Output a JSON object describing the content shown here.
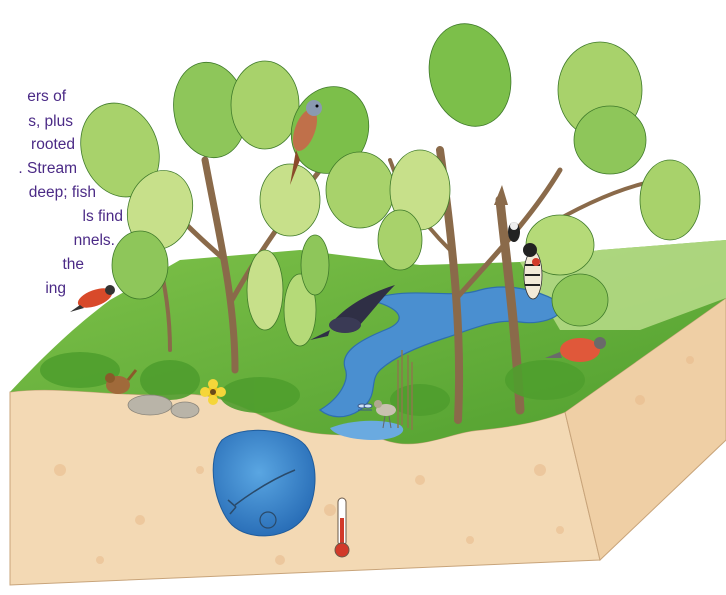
{
  "caption": {
    "lines": [
      "ers  of",
      "s, plus",
      "rooted",
      ". Stream",
      "deep; fish",
      "ls  find",
      "nnels.",
      "the",
      "ing"
    ]
  },
  "colors": {
    "caption_text": "#4b2a86",
    "soil": "#f3d9b4",
    "soil_side": "#efcfa5",
    "grass": "#6fb43a",
    "grass_dark": "#3f8a2a",
    "stream": "#4a8fd0",
    "pool": "#2f7fc8",
    "leaf_light": "#a8d26b",
    "leaf_mid": "#7cbf4a",
    "bark": "#8a6a4a"
  },
  "icons": [
    "kestrel-bird-icon",
    "woodpecker-icon",
    "swallow-icon",
    "wren-icon",
    "robin-icon",
    "oriole-icon",
    "sandpiper-icon",
    "dragonfly-icon",
    "thermometer-icon",
    "fish-icon"
  ]
}
